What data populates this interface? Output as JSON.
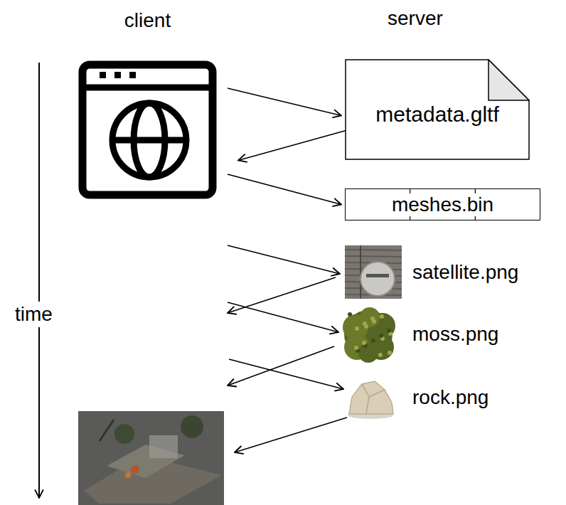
{
  "diagram": {
    "nodes": [
      {
        "text": [
          "client"
        ]
      },
      {
        "text": [
          "metadata.gltf"
        ]
      },
      {
        "text": [
          "meshes.bin"
        ]
      },
      {
        "text": [
          "satellite.png"
        ]
      },
      {
        "text": [
          "moss.png"
        ]
      },
      {
        "text": [
          "rock.png"
        ]
      }
    ],
    "edges": [
      {
        "from": 0,
        "to": 1,
        "arrow": "to"
      },
      {
        "from": 1,
        "to": 0,
        "arrow": "to"
      },
      {
        "from": 0,
        "to": 2,
        "arrow": "to"
      }
    ],
    "labels": [
      "server",
      "time"
    ]
  }
}
